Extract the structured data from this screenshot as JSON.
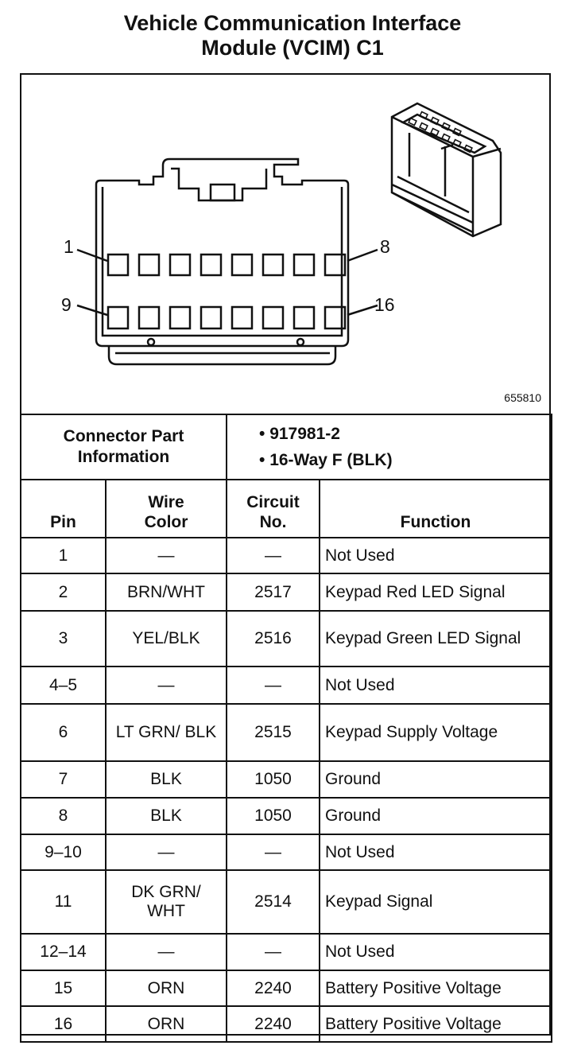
{
  "title": {
    "line1": "Vehicle Communication Interface",
    "line2": "Module (VCIM) C1"
  },
  "diagram": {
    "figure_id": "655810",
    "pin_labels": [
      "1",
      "8",
      "9",
      "16"
    ]
  },
  "connector_info": {
    "label_line1": "Connector Part",
    "label_line2": "Information",
    "bullets": [
      "917981-2",
      "16-Way F (BLK)"
    ]
  },
  "table": {
    "headers": {
      "pin": "Pin",
      "wire_line1": "Wire",
      "wire_line2": "Color",
      "circuit_line1": "Circuit",
      "circuit_line2": "No.",
      "function": "Function"
    },
    "rows": [
      {
        "pin": "1",
        "color": "—",
        "circuit": "—",
        "function": "Not Used"
      },
      {
        "pin": "2",
        "color": "BRN/WHT",
        "circuit": "2517",
        "function": "Keypad Red LED Signal"
      },
      {
        "pin": "3",
        "color": "YEL/BLK",
        "circuit": "2516",
        "function": "Keypad Green LED Signal"
      },
      {
        "pin": "4–5",
        "color": "—",
        "circuit": "—",
        "function": "Not Used"
      },
      {
        "pin": "6",
        "color": "LT GRN/ BLK",
        "circuit": "2515",
        "function": "Keypad Supply Voltage"
      },
      {
        "pin": "7",
        "color": "BLK",
        "circuit": "1050",
        "function": "Ground"
      },
      {
        "pin": "8",
        "color": "BLK",
        "circuit": "1050",
        "function": "Ground"
      },
      {
        "pin": "9–10",
        "color": "—",
        "circuit": "—",
        "function": "Not Used"
      },
      {
        "pin": "11",
        "color": "DK GRN/ WHT",
        "circuit": "2514",
        "function": "Keypad Signal"
      },
      {
        "pin": "12–14",
        "color": "—",
        "circuit": "—",
        "function": "Not Used"
      },
      {
        "pin": "15",
        "color": "ORN",
        "circuit": "2240",
        "function": "Battery Positive Voltage"
      },
      {
        "pin": "16",
        "color": "ORN",
        "circuit": "2240",
        "function": "Battery Positive Voltage"
      }
    ]
  }
}
